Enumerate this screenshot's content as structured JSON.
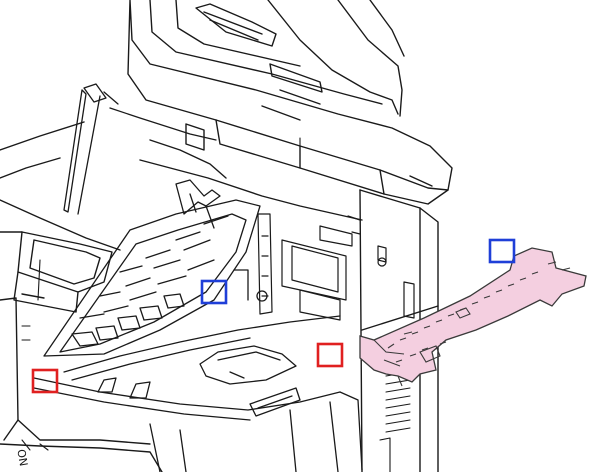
{
  "colors": {
    "line": "#1a1a1a",
    "background": "#ffffff",
    "part_fill": "#f4cfe0",
    "part_stroke": "#3a3a3a",
    "marker_red": "#e02020",
    "marker_blue": "#1f3fd8"
  },
  "panel_label": "ON",
  "markers": [
    {
      "name": "red-marker-left",
      "color": "red"
    },
    {
      "name": "blue-marker-inner",
      "color": "blue"
    },
    {
      "name": "red-marker-center",
      "color": "red"
    },
    {
      "name": "blue-marker-part",
      "color": "blue"
    }
  ],
  "highlighted_part": "pink-removed-part"
}
